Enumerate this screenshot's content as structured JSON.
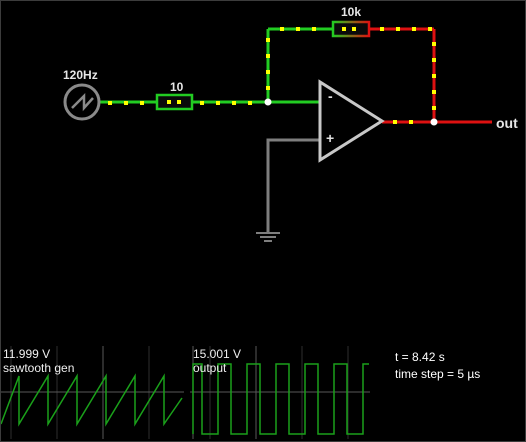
{
  "components": {
    "source_label": "120Hz",
    "input_resistor_label": "10",
    "feedback_resistor_label": "10k",
    "output_label": "out",
    "opamp_minus": "-",
    "opamp_plus": "+"
  },
  "colors": {
    "wire_green": "#22cc22",
    "wire_red": "#dd1111",
    "wire_gray": "#7e7e7e",
    "current_dot": "#ffff00",
    "component_gray": "#bdbdbd",
    "scope_grid": "#2e2e2e",
    "scope_trace": "#1aa01a"
  },
  "scopes": [
    {
      "voltage": "11.999 V",
      "name": "sawtooth gen",
      "waveform": "sawtooth"
    },
    {
      "voltage": "15.001 V",
      "name": "output",
      "waveform": "square"
    }
  ],
  "status": {
    "time": "t = 8.42 s",
    "time_step": "time step = 5 µs"
  }
}
